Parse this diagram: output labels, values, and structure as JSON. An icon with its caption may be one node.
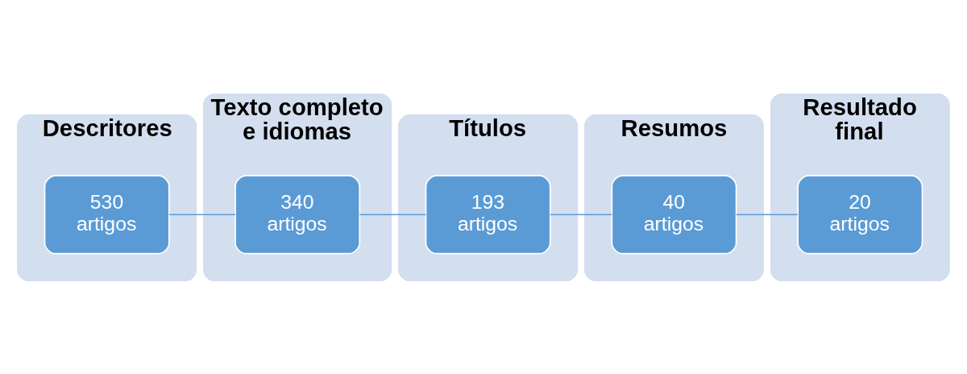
{
  "diagram": {
    "nodes": [
      {
        "text": [
          "Descritores"
        ]
      },
      {
        "text": [
          "530 artigos"
        ],
        "in": 0
      },
      {
        "text": [
          "Texto completo e idiomas"
        ]
      },
      {
        "text": [
          "340 artigos"
        ],
        "in": 2
      },
      {
        "text": [
          "Títulos"
        ]
      },
      {
        "text": [
          "193 artigos"
        ],
        "in": 4
      },
      {
        "text": [
          "Resumos"
        ]
      },
      {
        "text": [
          "40 artigos"
        ],
        "in": 6
      },
      {
        "text": [
          "Resultado final"
        ]
      },
      {
        "text": [
          "20 artigos"
        ],
        "in": 8
      }
    ],
    "edges": [
      {
        "from": 1,
        "to": 3,
        "arrow": "none"
      },
      {
        "from": 3,
        "to": 5,
        "arrow": "none"
      },
      {
        "from": 5,
        "to": 7,
        "arrow": "none"
      },
      {
        "from": 7,
        "to": 9,
        "arrow": "none"
      }
    ]
  }
}
